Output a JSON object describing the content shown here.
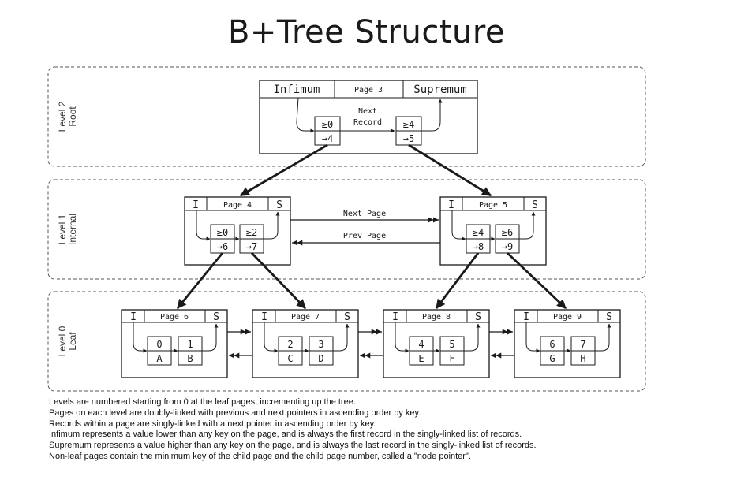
{
  "title": "B+Tree Structure",
  "levels": [
    {
      "line1": "Level 2",
      "line2": "Root"
    },
    {
      "line1": "Level 1",
      "line2": "Internal"
    },
    {
      "line1": "Level 0",
      "line2": "Leaf"
    }
  ],
  "root": {
    "page_label": "Page 3",
    "infimum": "Infimum",
    "supremum": "Supremum",
    "next_record_line1": "Next",
    "next_record_line2": "Record",
    "records": [
      {
        "key": "≥0",
        "ptr": "→4"
      },
      {
        "key": "≥4",
        "ptr": "→5"
      }
    ]
  },
  "internal": {
    "infimum": "I",
    "supremum": "S",
    "next_page_label": "Next Page",
    "prev_page_label": "Prev Page",
    "pages": [
      {
        "label": "Page 4",
        "records": [
          {
            "key": "≥0",
            "ptr": "→6"
          },
          {
            "key": "≥2",
            "ptr": "→7"
          }
        ]
      },
      {
        "label": "Page 5",
        "records": [
          {
            "key": "≥4",
            "ptr": "→8"
          },
          {
            "key": "≥6",
            "ptr": "→9"
          }
        ]
      }
    ]
  },
  "leaf": {
    "infimum": "I",
    "supremum": "S",
    "pages": [
      {
        "label": "Page 6",
        "records": [
          {
            "key": "0",
            "val": "A"
          },
          {
            "key": "1",
            "val": "B"
          }
        ]
      },
      {
        "label": "Page 7",
        "records": [
          {
            "key": "2",
            "val": "C"
          },
          {
            "key": "3",
            "val": "D"
          }
        ]
      },
      {
        "label": "Page 8",
        "records": [
          {
            "key": "4",
            "val": "E"
          },
          {
            "key": "5",
            "val": "F"
          }
        ]
      },
      {
        "label": "Page 9",
        "records": [
          {
            "key": "6",
            "val": "G"
          },
          {
            "key": "7",
            "val": "H"
          }
        ]
      }
    ]
  },
  "notes": [
    "Levels are numbered starting from 0 at the leaf pages, incrementing up the tree.",
    "Pages on each level are doubly-linked with previous and next pointers in ascending order by key.",
    "Records within a page are singly-linked with a next pointer in ascending order by key.",
    "Infimum represents a value lower than any key on the page, and is always the first record in the singly-linked list of records.",
    "Supremum represents a value higher than any key on the page, and is always the last record in the singly-linked list of records.",
    "Non-leaf pages contain the minimum key of the child page and the child page number, called a \"node pointer\"."
  ],
  "colors": {
    "line": "#1a1a1a",
    "page_fill": "#ffffff",
    "level_border": "#555555"
  }
}
